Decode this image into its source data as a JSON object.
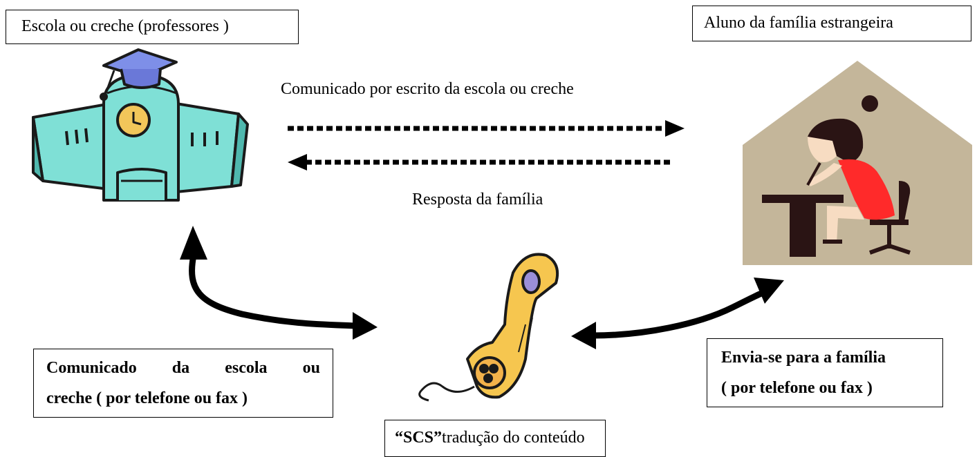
{
  "school_box": {
    "label": "Escola ou creche (professores )"
  },
  "family_box": {
    "label": "Aluno da família estrangeira"
  },
  "top_arrow_label": "Comunicado por escrito da escola ou creche",
  "bottom_arrow_label": "Resposta da família",
  "left_note": {
    "line1_words": [
      "Comunicado",
      "da",
      "escola",
      "ou"
    ],
    "line2": "creche ( por telefone ou fax )"
  },
  "right_note": {
    "line1": "Envia-se para a família",
    "line2": "( por telefone ou fax )"
  },
  "scs_box": {
    "strong": "“SCS”",
    "rest": "tradução do conteúdo"
  },
  "icons": [
    "school-building-icon",
    "family-house-icon",
    "telephone-handset-icon"
  ],
  "colors": {
    "school_wall": "#7fe0d6",
    "school_cap": "#7e8fe8",
    "clock_face": "#f2c65a",
    "house": "#c4b69a",
    "girl_dress": "#ff2a2a",
    "skin": "#f7dcc2",
    "dark": "#2a1414",
    "phone": "#f6c64f"
  }
}
